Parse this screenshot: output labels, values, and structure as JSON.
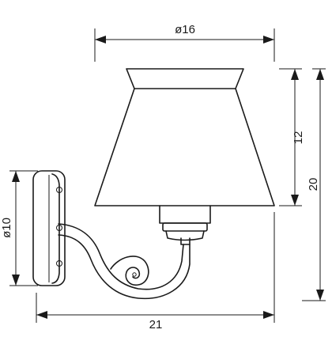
{
  "dimensions": {
    "shade_diameter": "ø16",
    "shade_height": "12",
    "total_height": "20",
    "backplate_diameter": "ø10",
    "total_depth": "21"
  },
  "colors": {
    "line": "#1a1a1a",
    "background": "#ffffff"
  }
}
